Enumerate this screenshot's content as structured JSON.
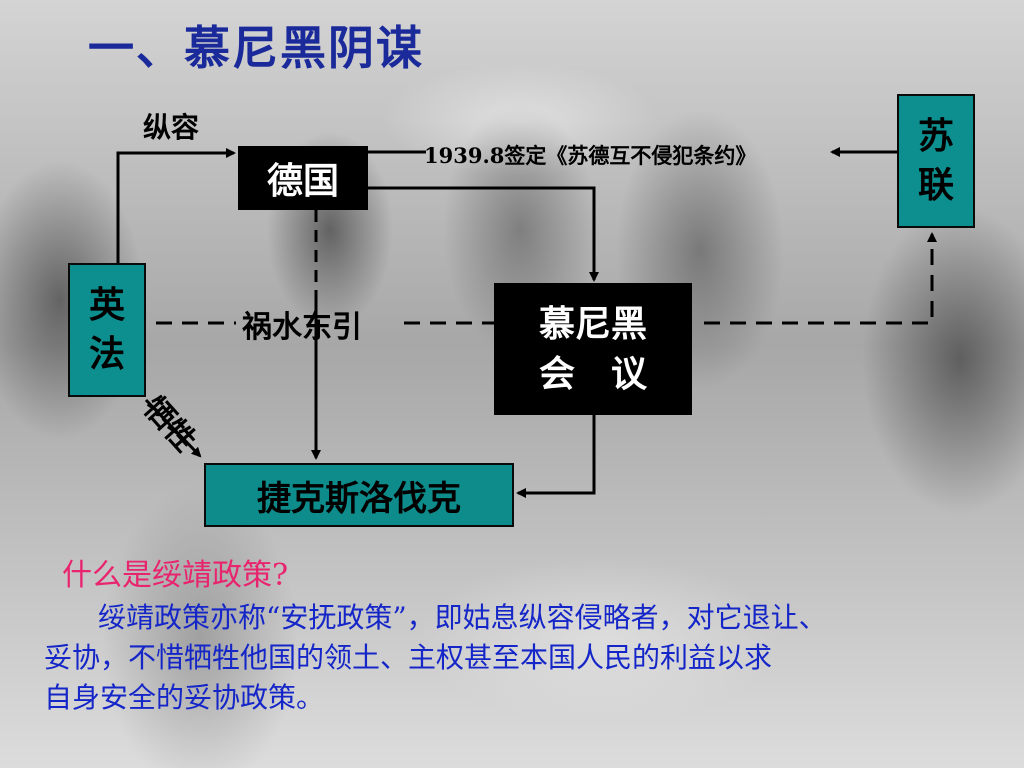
{
  "title": "一、慕尼黑阴谋",
  "nodes": {
    "germany": "德国",
    "soviet_line1": "苏",
    "soviet_line2": "联",
    "britain_france_line1": "英",
    "britain_france_line2": "法",
    "munich_line1": "慕尼黑",
    "munich_line2": "会　议",
    "czechoslovakia": "捷克斯洛伐克"
  },
  "edge_labels": {
    "connive": "纵容",
    "pact": "1939.8签定《苏德互不侵犯条约》",
    "divert": "祸水东引",
    "sacrifice": "牺牲"
  },
  "question": "什么是绥靖政策?",
  "definition": {
    "line1": "绥靖政策亦称“安抚政策”，即姑息纵容侵略者，对它退让、",
    "line2": "妥协，不惜牺牲他国的领土、主权甚至本国人民的利益以求",
    "line3": "自身安全的妥协政策。"
  },
  "colors": {
    "title": "#1a2a9a",
    "node_dark": "#000000",
    "node_teal": "#0d8f8f",
    "question": "#e8246e",
    "definition": "#1526c8"
  }
}
